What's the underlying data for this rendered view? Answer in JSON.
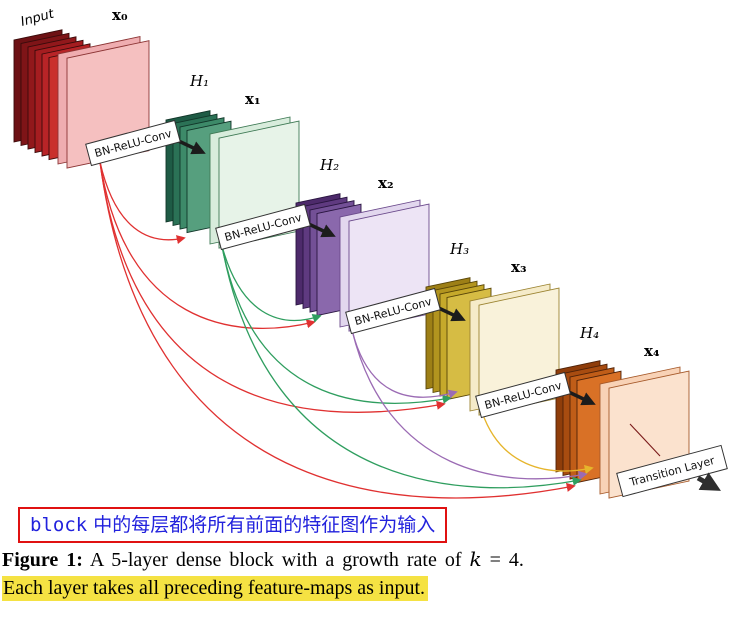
{
  "diagram": {
    "input_label": "Input",
    "x_labels": [
      "x₀",
      "x₁",
      "x₂",
      "x₃",
      "x₄"
    ],
    "h_labels": [
      "H₁",
      "H₂",
      "H₃",
      "H₄"
    ],
    "bn_relu_conv_label": "BN-ReLU-Conv",
    "transition_label": "Transition Layer",
    "colors": {
      "input_dark_red": "#c9302c",
      "input_pale_pink": "#f5c0c0",
      "x1_green": "#2b7256",
      "x1_pale_green": "#e0efe2",
      "x2_purple": "#6a4390",
      "x2_pale_purple": "#e8def2",
      "x3_yellow": "#c0a327",
      "x3_pale_cream": "#f8f0d4",
      "x4_orange": "#c95f18",
      "x4_pale_orange": "#fadfca",
      "arc_red": "#e03131",
      "arc_green": "#2f9e5f",
      "arc_purple": "#9b6bb4",
      "arc_gold": "#e6b52c",
      "annotation_border": "#e01111",
      "annotation_text": "#2222dd",
      "highlight_yellow": "#f5e243"
    }
  },
  "annotation": {
    "code": "block",
    "text": " 中的每层都将所有前面的特征图作为输入"
  },
  "caption": {
    "figure_label": "Figure 1:",
    "body": " A 5-layer dense block with a growth rate of ",
    "math_var": "k",
    "math_tail": " = 4.",
    "highlight": "Each layer takes all preceding feature-maps as input."
  }
}
